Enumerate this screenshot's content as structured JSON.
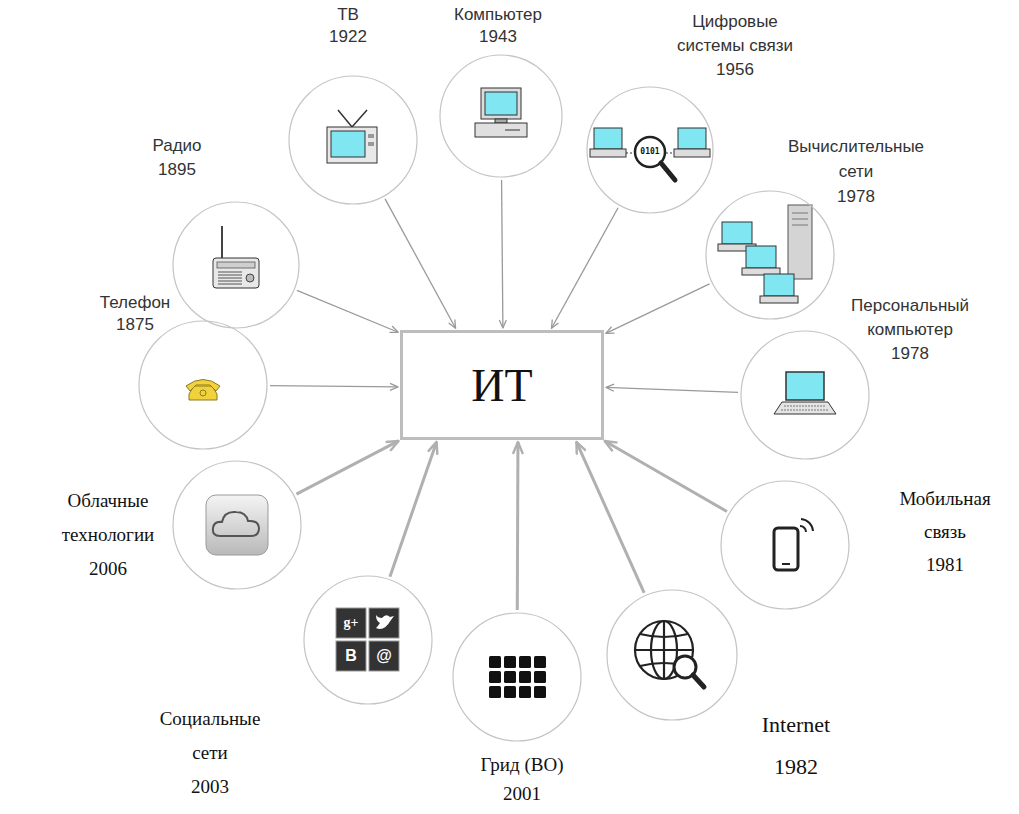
{
  "diagram": {
    "nodes": [
      {
        "text": [
          "ИТ"
        ]
      },
      {
        "text": [
          "Телефон",
          "1875"
        ]
      },
      {
        "text": [
          "Радио",
          "1895"
        ]
      },
      {
        "text": [
          "ТВ",
          "1922"
        ]
      },
      {
        "text": [
          "Компьютер",
          "1943"
        ]
      },
      {
        "text": [
          "Цифровые системы связи",
          "1956"
        ]
      },
      {
        "text": [
          "Вычислительные сети",
          "1978"
        ]
      },
      {
        "text": [
          "Персональный компьютер",
          "1978"
        ]
      },
      {
        "text": [
          "Мобильная связь",
          "1981"
        ]
      },
      {
        "text": [
          "Internet",
          "1982"
        ]
      },
      {
        "text": [
          "Грид (ВО)",
          "2001"
        ]
      },
      {
        "text": [
          "Социальные сети",
          "2003"
        ]
      },
      {
        "text": [
          "Облачные технологии",
          "2006"
        ]
      }
    ],
    "edges": [
      {
        "from": 1,
        "to": 0,
        "arrow": "to"
      },
      {
        "from": 2,
        "to": 0,
        "arrow": "to"
      },
      {
        "from": 3,
        "to": 0,
        "arrow": "to"
      },
      {
        "from": 4,
        "to": 0,
        "arrow": "to"
      },
      {
        "from": 5,
        "to": 0,
        "arrow": "to"
      },
      {
        "from": 6,
        "to": 0,
        "arrow": "to"
      },
      {
        "from": 7,
        "to": 0,
        "arrow": "to"
      },
      {
        "from": 8,
        "to": 0,
        "arrow": "to"
      },
      {
        "from": 9,
        "to": 0,
        "arrow": "to"
      },
      {
        "from": 10,
        "to": 0,
        "arrow": "to"
      },
      {
        "from": 11,
        "to": 0,
        "arrow": "to"
      },
      {
        "from": 12,
        "to": 0,
        "arrow": "to"
      }
    ],
    "labels": [
      "0101",
      "g+",
      "B",
      "@"
    ]
  }
}
